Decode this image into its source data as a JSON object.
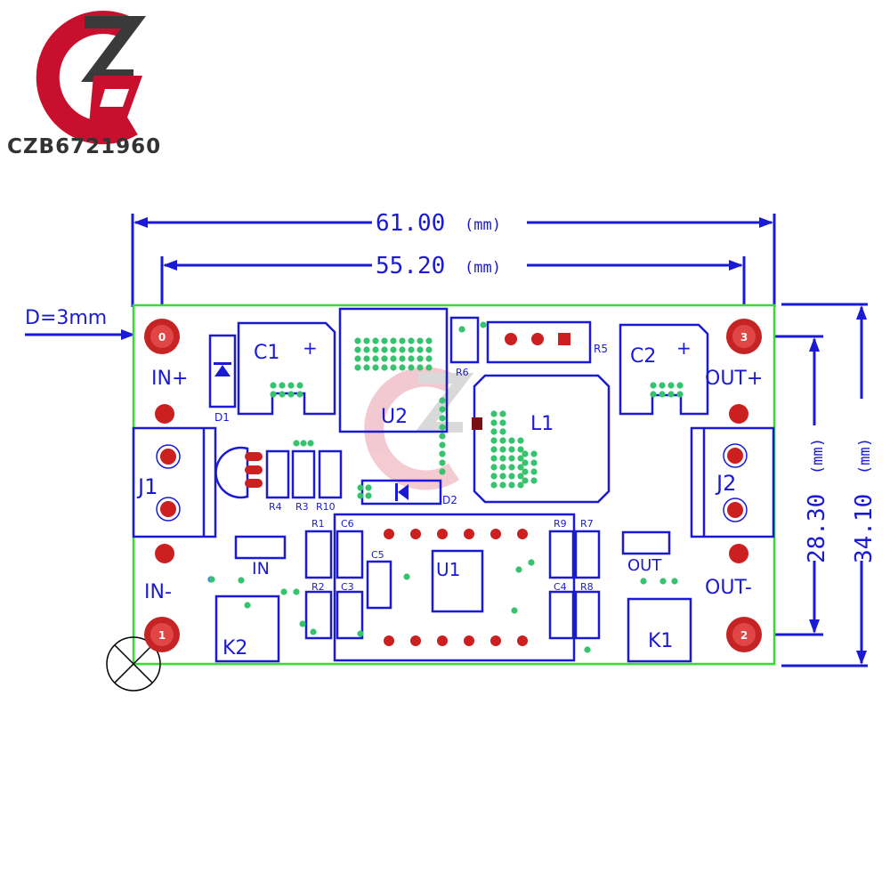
{
  "brand": {
    "logo_text": "CZB6721960"
  },
  "dimensions": {
    "width_outer": {
      "value": "61.00",
      "unit": "(mm)"
    },
    "width_holes": {
      "value": "55.20",
      "unit": "(mm)"
    },
    "height_holes": {
      "value": "28.30",
      "unit": "(mm)"
    },
    "height_outer": {
      "value": "34.10",
      "unit": "(mm)"
    },
    "hole_diameter": "D=3mm"
  },
  "pads": {
    "p0": "0",
    "p1": "1",
    "p2": "2",
    "p3": "3"
  },
  "labels": {
    "in_plus": "IN+",
    "in_minus": "IN-",
    "out_plus": "OUT+",
    "out_minus": "OUT-",
    "j1": "J1",
    "j2": "J2",
    "c1": "C1",
    "c2": "C2",
    "u1": "U1",
    "u2": "U2",
    "l1": "L1",
    "k1": "K1",
    "k2": "K2",
    "in": "IN",
    "out": "OUT",
    "d1": "D1",
    "d2": "D2",
    "r1": "R1",
    "r2": "R2",
    "r3": "R3",
    "r4": "R4",
    "r5": "R5",
    "r6": "R6",
    "r7": "R7",
    "r8": "R8",
    "r9": "R9",
    "r10": "R10",
    "c3": "C3",
    "c4": "C4",
    "c5": "C5",
    "c6": "C6",
    "plus": "+"
  },
  "colors": {
    "silkscreen": "#1a1ad6",
    "board_outline": "#33dd33",
    "pad_red": "#cc1f1f",
    "via_green": "#36c36e",
    "via_blue": "#3366ff"
  }
}
